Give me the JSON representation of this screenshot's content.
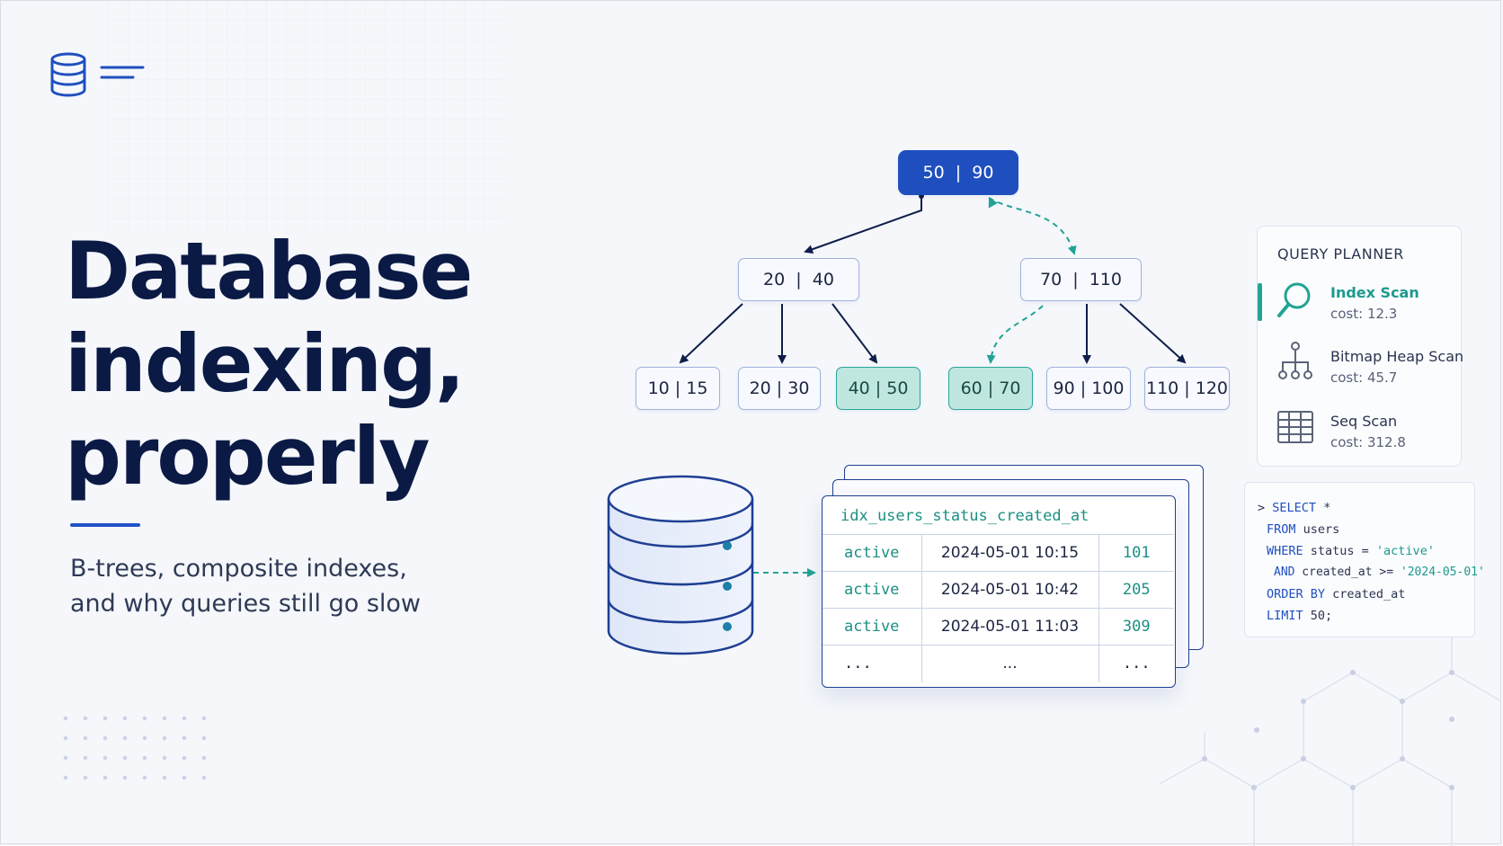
{
  "colors": {
    "navy": "#0b1a45",
    "brand_blue": "#1f4fbf",
    "teal": "#22a394",
    "teal_fill": "#bfe6df",
    "node_border": "#9fb3da"
  },
  "logo": {
    "icon": "database-menu-icon"
  },
  "title": {
    "line1": "Database",
    "line2": "indexing,",
    "line3": "properly"
  },
  "subtitle": {
    "line1": "B-trees, composite indexes,",
    "line2": "and why queries still go slow"
  },
  "btree": {
    "root": "50  |  90",
    "internal": [
      "20  |  40",
      "70  |  110"
    ],
    "leaves": [
      {
        "label": "10 | 15",
        "highlighted": false
      },
      {
        "label": "20 | 30",
        "highlighted": false
      },
      {
        "label": "40 | 50",
        "highlighted": true
      },
      {
        "label": "60 | 70",
        "highlighted": true
      },
      {
        "label": "90 | 100",
        "highlighted": false
      },
      {
        "label": "110 | 120",
        "highlighted": false
      }
    ]
  },
  "index": {
    "name": "idx_users_status_created_at",
    "rows": [
      [
        "active",
        "2024-05-01 10:15",
        "101"
      ],
      [
        "active",
        "2024-05-01 10:42",
        "205"
      ],
      [
        "active",
        "2024-05-01 11:03",
        "309"
      ],
      [
        "...",
        "...",
        "..."
      ]
    ]
  },
  "planner": {
    "title": "QUERY PLANNER",
    "items": [
      {
        "name": "Index Scan",
        "cost": "cost: 12.3",
        "active": true,
        "icon": "search-icon"
      },
      {
        "name": "Bitmap Heap Scan",
        "cost": "cost: 45.7",
        "active": false,
        "icon": "tree-icon"
      },
      {
        "name": "Seq Scan",
        "cost": "cost: 312.8",
        "active": false,
        "icon": "table-icon"
      }
    ]
  },
  "sql": {
    "prompt": ">",
    "l1_kw": "SELECT",
    "l1_rest": " *",
    "l2_kw": "FROM",
    "l2_rest": " users",
    "l3_kw": "WHERE",
    "l3_rest": " status = ",
    "l3_str": "'active'",
    "l4_kw": "AND",
    "l4_rest": " created_at >= ",
    "l4_str": "'2024-05-01'",
    "l5_kw": "ORDER BY",
    "l5_rest": " created_at",
    "l6_kw": "LIMIT",
    "l6_rest": " 50;"
  }
}
